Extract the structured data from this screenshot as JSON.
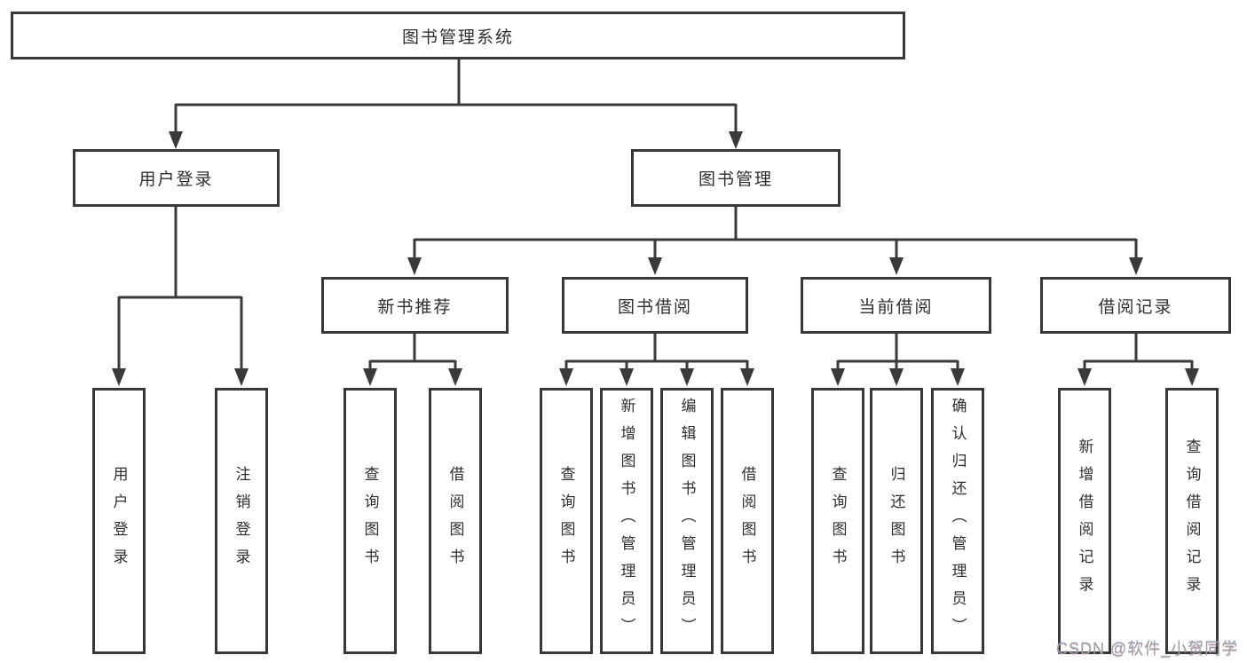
{
  "diagram": {
    "root": {
      "label": "图书管理系统"
    },
    "level2": [
      {
        "id": "user-login",
        "label": "用户登录"
      },
      {
        "id": "book-management",
        "label": "图书管理"
      }
    ],
    "level3": [
      {
        "id": "new-book-recommend",
        "label": "新书推荐",
        "parent": "图书管理"
      },
      {
        "id": "book-borrow",
        "label": "图书借阅",
        "parent": "图书管理"
      },
      {
        "id": "current-borrow",
        "label": "当前借阅",
        "parent": "图书管理"
      },
      {
        "id": "borrow-records",
        "label": "借阅记录",
        "parent": "图书管理"
      }
    ],
    "leaves": [
      {
        "parent": "用户登录",
        "label": "用户登录"
      },
      {
        "parent": "用户登录",
        "label": "注销登录"
      },
      {
        "parent": "新书推荐",
        "label": "查询图书"
      },
      {
        "parent": "新书推荐",
        "label": "借阅图书"
      },
      {
        "parent": "图书借阅",
        "label": "查询图书"
      },
      {
        "parent": "图书借阅",
        "label": "新增图书（管理员）"
      },
      {
        "parent": "图书借阅",
        "label": "编辑图书（管理员）"
      },
      {
        "parent": "图书借阅",
        "label": "借阅图书"
      },
      {
        "parent": "当前借阅",
        "label": "查询图书"
      },
      {
        "parent": "当前借阅",
        "label": "归还图书"
      },
      {
        "parent": "当前借阅",
        "label": "确认归还（管理员）"
      },
      {
        "parent": "借阅记录",
        "label": "新增借阅记录"
      },
      {
        "parent": "借阅记录",
        "label": "查询借阅记录"
      }
    ],
    "watermark": "CSDN @软件_小贺同学",
    "colors": {
      "line": "#3a3a3a",
      "border": "#383838",
      "text": "#2f2f2f",
      "watermark": "#9e9ea3",
      "background": "#ffffff"
    }
  }
}
